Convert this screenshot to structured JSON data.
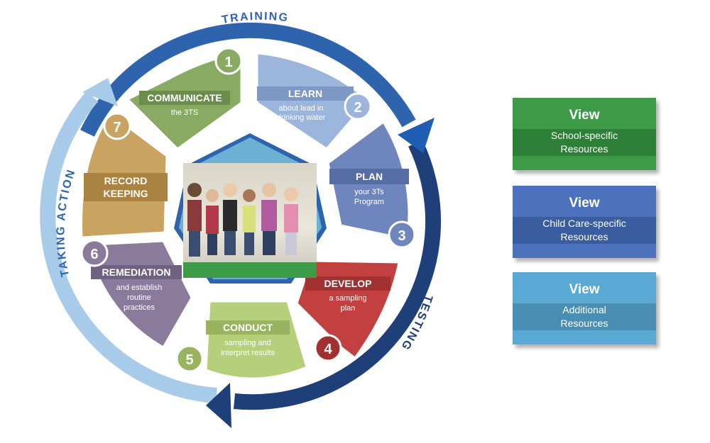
{
  "cycle": {
    "arc_labels": {
      "training": "TRAINING",
      "testing": "TESTING",
      "taking_action": "TAKING ACTION"
    },
    "steps": [
      {
        "number": "1",
        "title": "COMMUNICATE",
        "desc": [
          "the 3TS"
        ]
      },
      {
        "number": "2",
        "title": "LEARN",
        "desc": [
          "about lead in",
          "drinking water"
        ]
      },
      {
        "number": "3",
        "title": "PLAN",
        "desc": [
          "your 3Ts",
          "Program"
        ]
      },
      {
        "number": "4",
        "title": "DEVELOP",
        "desc": [
          "a sampling",
          "plan"
        ]
      },
      {
        "number": "5",
        "title": "CONDUCT",
        "desc": [
          "sampling and",
          "interpret results"
        ]
      },
      {
        "number": "6",
        "title": "REMEDIATION",
        "desc": [
          "and establish",
          "routine",
          "practices"
        ]
      },
      {
        "number": "7",
        "title": "RECORD",
        "title2": "KEEPING",
        "desc": []
      }
    ]
  },
  "resources": [
    {
      "heading": "View",
      "lines": [
        "School-specific",
        "Resources"
      ]
    },
    {
      "heading": "View",
      "lines": [
        "Child Care-specific",
        "Resources"
      ]
    },
    {
      "heading": "View",
      "lines": [
        "Additional",
        "Resources"
      ]
    }
  ],
  "colors": {
    "training_arc": "#2e64ad",
    "testing_arc": "#1e3f78",
    "taking_action_arc": "#a9cbea",
    "communicate": "#88aa62",
    "learn": "#9cb5dd",
    "plan": "#6e86bd",
    "develop": "#c2403f",
    "conduct": "#b5cf7a",
    "remediation": "#8a7a9c",
    "record_keeping": "#c9a362",
    "school_button": "#3d9a47",
    "childcare_button": "#4c72bd",
    "additional_button": "#5aa9d4"
  }
}
